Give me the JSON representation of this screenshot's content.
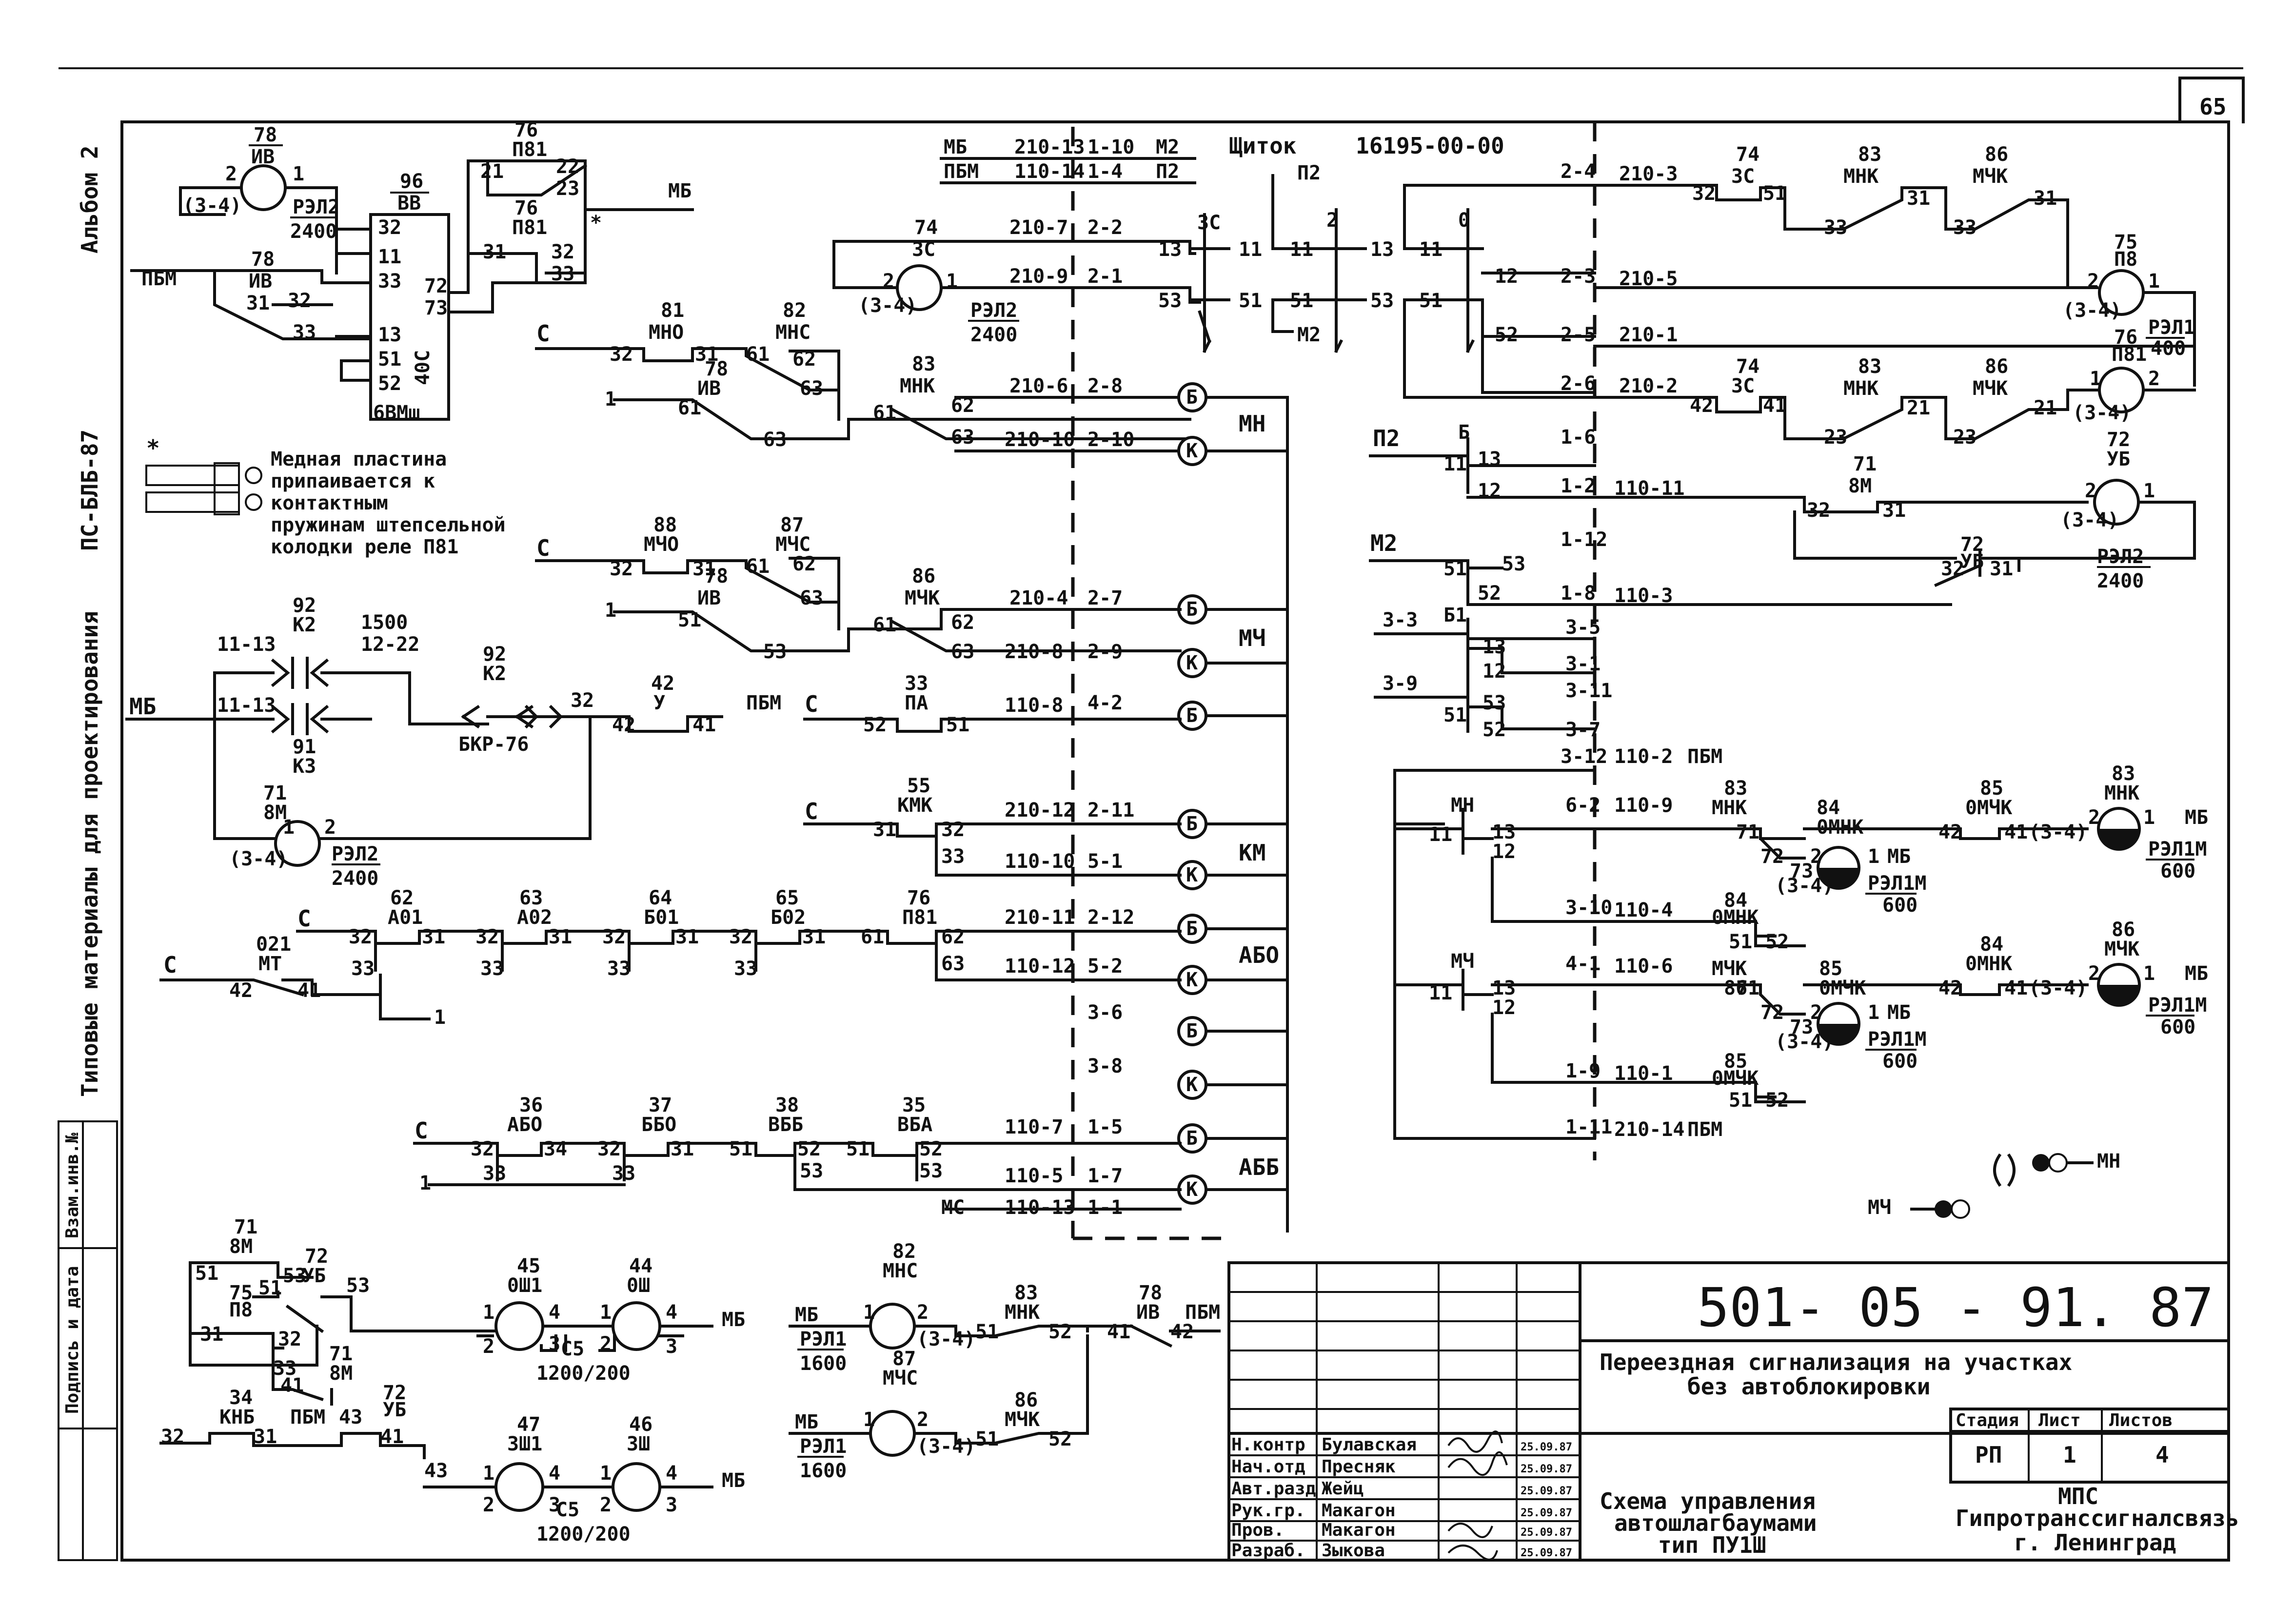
{
  "sheet": {
    "page_number": "65",
    "side_note_album": "Альбом 2",
    "side_note_code": "ПС-БЛБ-87",
    "side_note_materials": "Типовые материалы для проектирования",
    "side_note_inv": "Взам.инв.№",
    "side_note_sign": "Подпись и дата"
  },
  "shield": {
    "title": "Щиток",
    "number": "16195-00-00"
  },
  "note": {
    "mark": "*",
    "line1": "Медная пластина",
    "line2": "припаивается к",
    "line3": "контактным",
    "line4": "пружинам штепсельной",
    "line5": "колодки реле П81"
  },
  "relays": {
    "r78": {
      "num": "78",
      "name": "ИВ",
      "type": "РЭЛ2",
      "val": "2400",
      "pin_l": "(3-4)",
      "pin_a": "2",
      "pin_b": "1"
    },
    "r96": {
      "num": "96",
      "name": "ВВ",
      "body": "40С",
      "type": "6ВМш"
    },
    "r74": {
      "num": "74",
      "name": "ЗС",
      "type": "РЭЛ2",
      "val": "2400",
      "pin_l": "(3-4)"
    },
    "r75": {
      "num": "75",
      "name": "П8",
      "type": "РЭЛ1",
      "val": "400"
    },
    "r76": {
      "num": "76",
      "name": "П81"
    },
    "r72": {
      "num": "72",
      "name": "УБ",
      "type": "РЭЛ2",
      "val": "2400"
    },
    "r71": {
      "num": "71",
      "name": "8М",
      "type": "РЭЛ2",
      "val": "2400"
    },
    "r84": {
      "num": "84",
      "name": "0МНК",
      "type": "РЭЛ1М",
      "val": "600"
    },
    "r85": {
      "num": "85",
      "name": "0МЧК",
      "type": "РЭЛ1М",
      "val": "600"
    },
    "r83": {
      "num": "83",
      "name": "МНК",
      "type": "РЭЛ1М",
      "val": "600"
    },
    "r86": {
      "num": "86",
      "name": "МЧК",
      "type": "РЭЛ1М",
      "val": "600"
    },
    "r82": {
      "num": "82",
      "name": "МНС",
      "type": "РЭЛ1",
      "val": "1600"
    },
    "r87": {
      "num": "87",
      "name": "МЧС",
      "type": "РЭЛ1",
      "val": "1600"
    }
  },
  "contacts": {
    "c81": {
      "num": "81",
      "name": "МНО"
    },
    "c82": {
      "num": "82",
      "name": "МНС"
    },
    "c83": {
      "num": "83",
      "name": "МНК"
    },
    "c86": {
      "num": "86",
      "name": "МЧК"
    },
    "c88": {
      "num": "88",
      "name": "МЧО"
    },
    "c87": {
      "num": "87",
      "name": "МЧС"
    },
    "c92": {
      "num": "92",
      "name": "К2"
    },
    "c91": {
      "num": "91",
      "name": "К3"
    },
    "c42": {
      "num": "42",
      "name": "У"
    },
    "c33": {
      "num": "33",
      "name": "ПА"
    },
    "c55": {
      "num": "55",
      "name": "КМК"
    },
    "c62": {
      "num": "62",
      "name": "А01"
    },
    "c63": {
      "num": "63",
      "name": "А02"
    },
    "c64": {
      "num": "64",
      "name": "Б01"
    },
    "c65": {
      "num": "65",
      "name": "Б02"
    },
    "c021": {
      "num": "021",
      "name": "МТ"
    },
    "c36": {
      "num": "36",
      "name": "АБО"
    },
    "c37": {
      "num": "37",
      "name": "ББО"
    },
    "c38": {
      "num": "38",
      "name": "ВББ"
    },
    "c35": {
      "num": "35",
      "name": "ВБА"
    },
    "c34": {
      "num": "34",
      "name": "КНБ"
    }
  },
  "bkr": "БКР-76",
  "cap": {
    "c1": "C5",
    "v1": "1200/200",
    "c2": "C5",
    "v2": "1200/200"
  },
  "lamps": {
    "l45": {
      "num": "45",
      "name": "0Ш1"
    },
    "l44": {
      "num": "44",
      "name": "0Ш"
    },
    "l47": {
      "num": "47",
      "name": "ЗШ1"
    },
    "l46": {
      "num": "46",
      "name": "ЗШ"
    }
  },
  "buses": {
    "MB": "МБ",
    "PBM": "ПБМ",
    "C": "С",
    "M2": "М2",
    "P2": "П2",
    "MS": "МС",
    "MN": "МН",
    "MCH": "МЧ",
    "KM": "КМ",
    "ABO": "АБО",
    "ABB": "АББ",
    "B": "Б",
    "K": "К"
  },
  "wires": {
    "w210_13": "210-13",
    "w110_14": "110-14",
    "w1_10": "1-10",
    "w1_4": "1-4",
    "w210_7": "210-7",
    "w2_2": "2-2",
    "w210_9": "210-9",
    "w2_1": "2-1",
    "w210_6": "210-6",
    "w2_8": "2-8",
    "w210_10": "210-10",
    "w2_10": "2-10",
    "w210_4": "210-4",
    "w2_7": "2-7",
    "w210_8": "210-8",
    "w2_9": "2-9",
    "w110_8": "110-8",
    "w4_2": "4-2",
    "w210_12": "210-12",
    "w2_11": "2-11",
    "w110_10": "110-10",
    "w5_1": "5-1",
    "w210_11": "210-11",
    "w2_12": "2-12",
    "w110_12": "110-12",
    "w5_2": "5-2",
    "w3_6": "3-6",
    "w3_8": "3-8",
    "w110_7": "110-7",
    "w1_5": "1-5",
    "w110_5": "110-5",
    "w1_7": "1-7",
    "w110_13": "110-13",
    "w1_1": "1-1",
    "w2_4": "2-4",
    "w210_3": "210-3",
    "w2_3": "2-3",
    "w210_5": "210-5",
    "w2_5": "2-5",
    "w210_1": "210-1",
    "w2_6": "2-6",
    "w210_2": "210-2",
    "w1_6": "1-6",
    "w1_2": "1-2",
    "w110_11": "110-11",
    "w1_12": "1-12",
    "w1_8": "1-8",
    "w110_3": "110-3",
    "w3_3": "3-3",
    "w3_5": "3-5",
    "w3_1": "3-1",
    "w3_9": "3-9",
    "w3_11": "3-11",
    "w3_7": "3-7",
    "w3_12": "3-12",
    "w110_2": "110-2",
    "w6_2": "6-2",
    "w110_9": "110-9",
    "w3_10": "3-10",
    "w110_4": "110-4",
    "w4_1": "4-1",
    "w110_6": "110-6",
    "w1_9": "1-9",
    "w110_1": "110-1",
    "w1_11": "1-11",
    "w210_14": "210-14",
    "w1500": "1500",
    "w12_22": "12-22",
    "w11_13": "11-13"
  },
  "switches": {
    "s3C": "ЗС",
    "s2": "2",
    "s0": "0",
    "sB": "Б",
    "sB1": "Б1"
  },
  "legend": {
    "mn": "МН",
    "mch": "МЧ"
  },
  "title_block": {
    "code": "501- 05 - 91. 87",
    "title1": "Переездная сигнализация на участках",
    "title2": "без автоблокировки",
    "drawing1": "Схема управления",
    "drawing2": "автошлагбаумами",
    "drawing3": "тип ПУ1Ш",
    "stage_h": "Стадия",
    "sheet_h": "Лист",
    "sheets_h": "Листов",
    "stage": "РП",
    "sheet": "1",
    "sheets": "4",
    "org1": "МПС",
    "org2": "Гипротранссигналсвязь",
    "org3": "г. Ленинград",
    "people": [
      {
        "role": "Н.контр",
        "name": "Булавская",
        "date": "25.09.87"
      },
      {
        "role": "Нач.отд",
        "name": "Пресняк",
        "date": "25.09.87"
      },
      {
        "role": "Авт.разд",
        "name": "Жейц",
        "date": "25.09.87"
      },
      {
        "role": "Рук.гр.",
        "name": "Макагон",
        "date": "25.09.87"
      },
      {
        "role": "Пров.",
        "name": "Макагон",
        "date": "25.09.87"
      },
      {
        "role": "Разраб.",
        "name": "Зыкова",
        "date": "25.09.87"
      }
    ]
  }
}
